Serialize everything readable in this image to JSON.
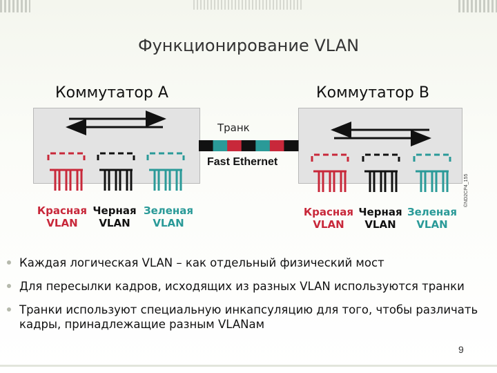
{
  "slide": {
    "title": "Функционирование VLAN",
    "page_number": "9"
  },
  "diagram": {
    "switch_a": {
      "title": "Коммутатор A"
    },
    "switch_b": {
      "title": "Коммутатор B"
    },
    "trunk_label": "Транк",
    "link_label": "Fast Ethernet",
    "copyright": "©ND2CP4_155",
    "vlans": [
      {
        "name_line1": "Красная",
        "name_line2": "VLAN",
        "color": "#c8283a"
      },
      {
        "name_line1": "Черная",
        "name_line2": "VLAN",
        "color": "#111111"
      },
      {
        "name_line1": "Зеленая",
        "name_line2": "VLAN",
        "color": "#2a9a98"
      }
    ],
    "trunk_colors": [
      "#111111",
      "#2a9a98",
      "#c8283a",
      "#111111",
      "#2a9a98",
      "#c8283a",
      "#111111"
    ]
  },
  "bullets": [
    {
      "text": "Каждая логическая VLAN – как отдельный физический мост"
    },
    {
      "text": "Для пересылки кадров, исходящих из разных VLAN используются транки"
    },
    {
      "text": "Транки используют специальную инкапсуляцию для того, чтобы различать кадры, принадлежащие разным VLANам"
    }
  ]
}
